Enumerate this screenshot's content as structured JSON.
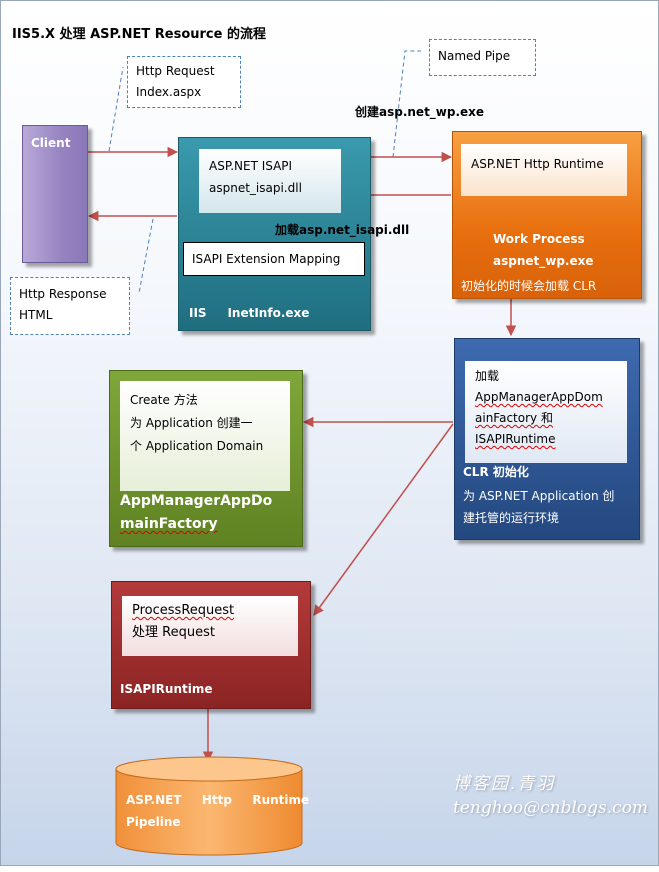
{
  "title": "IIS5.X 处理 ASP.NET Resource 的流程",
  "client": {
    "label": "Client"
  },
  "http_request": {
    "line1": "Http Request",
    "line2": "Index.aspx"
  },
  "named_pipe": {
    "label": "Named Pipe"
  },
  "create_wp": {
    "label": "创建asp.net_wp.exe"
  },
  "http_response": {
    "line1": "Http Response",
    "line2": "HTML"
  },
  "iis": {
    "isapi_line1": "ASP.NET ISAPI",
    "isapi_line2": "aspnet_isapi.dll",
    "mapping": "ISAPI Extension  Mapping",
    "label": "IIS     InetInfo.exe"
  },
  "load_isapi": {
    "label": "加载asp.net_isapi.dll"
  },
  "worker": {
    "runtime": "ASP.NET Http Runtime",
    "work_process": "Work Process",
    "exe": "aspnet_wp.exe",
    "clr_note": "初始化的时候会加载 CLR"
  },
  "clr": {
    "load": "加载",
    "line2": "AppManagerAppDom",
    "line3": "ainFactory 和",
    "line4": "ISAPIRuntime",
    "title": "CLR 初始化",
    "desc1": "为 ASP.NET Application 创",
    "desc2": "建托管的运行环境"
  },
  "appmanager": {
    "line1": "Create 方法",
    "line2": "为  Application  创建一",
    "line3": "个 Application Domain",
    "name1": "AppManagerAppDo",
    "name2": "mainFactory"
  },
  "isapiruntime": {
    "line1": "ProcessRequest",
    "line2": "处理 Request",
    "name": "ISAPIRuntime"
  },
  "pipeline": {
    "line1": "ASP.NET  Http  Runtime",
    "line2": "Pipeline"
  },
  "watermark": {
    "line1": "博客园.青羽",
    "line2": "tenghoo@cnblogs.com"
  },
  "colors": {
    "client": "#8d76b5",
    "iis": "#2a7f92",
    "worker": "#e56f10",
    "clr": "#2f5597",
    "appmanager": "#6b8e2a",
    "isapiruntime": "#9b2c2c",
    "pipeline": "#f7a54e",
    "arrow": "#c0504d"
  }
}
